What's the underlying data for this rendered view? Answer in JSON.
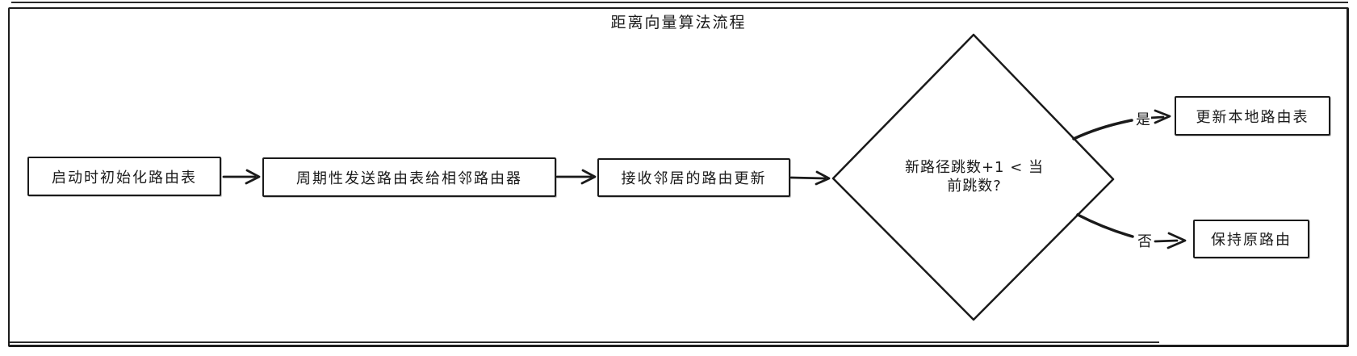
{
  "title": "距离向量算法流程",
  "flow": {
    "steps": [
      {
        "id": "init",
        "label": "启动时初始化路由表"
      },
      {
        "id": "send",
        "label": "周期性发送路由表给相邻路由器"
      },
      {
        "id": "receive",
        "label": "接收邻居的路由更新"
      }
    ],
    "decision": {
      "label": "新路径跳数+1 < 当前跳数?",
      "line1": "新路径跳数+1 < 当",
      "line2": "前跳数?"
    },
    "branches": {
      "yes": {
        "label": "是",
        "target": "更新本地路由表"
      },
      "no": {
        "label": "否",
        "target": "保持原路由"
      }
    }
  },
  "colors": {
    "stroke": "#1a1a1a",
    "background": "#ffffff"
  }
}
